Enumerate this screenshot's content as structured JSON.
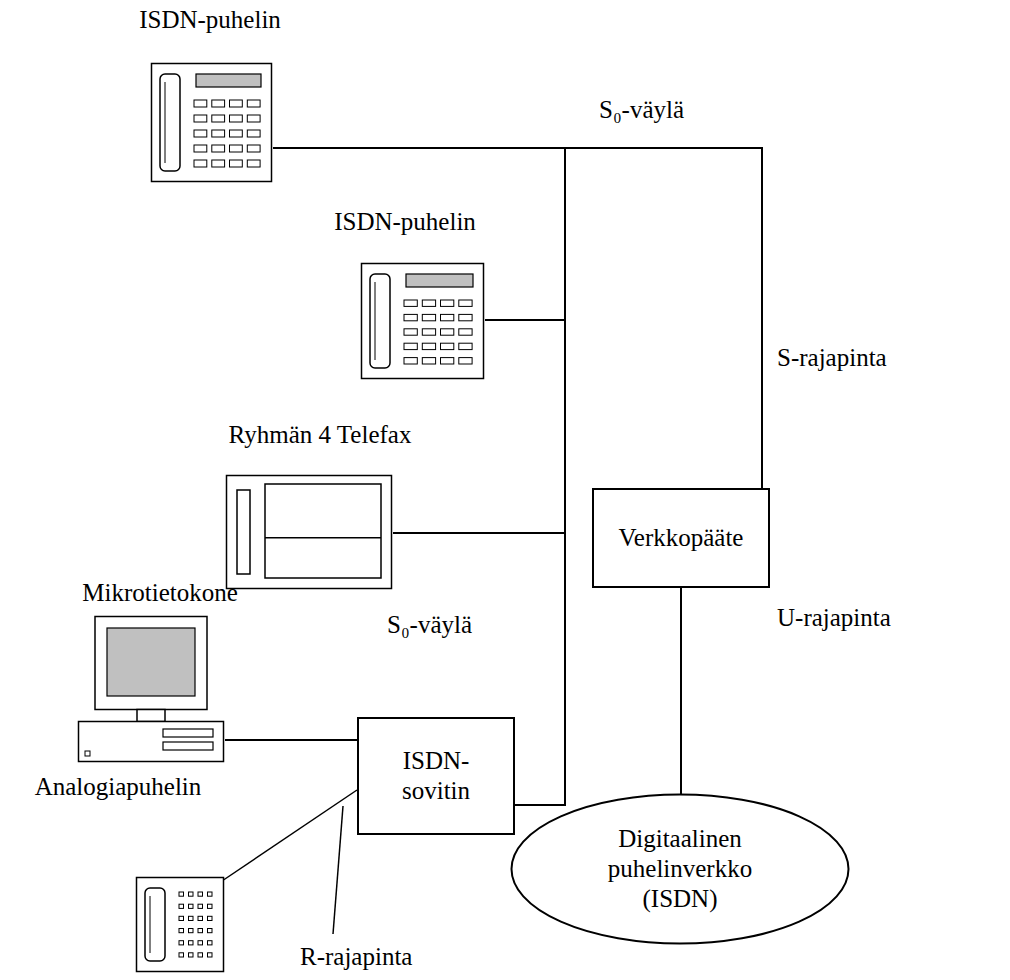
{
  "diagram": {
    "nodes": [
      {
        "text": [
          "ISDN-puhelin"
        ]
      },
      {
        "text": [
          "ISDN-puhelin"
        ]
      },
      {
        "text": [
          "Ryhmän 4 Telefax"
        ]
      },
      {
        "text": [
          "Verkkopääte"
        ]
      },
      {
        "text": [
          "Mikrotietokone"
        ]
      },
      {
        "text": [
          "ISDN- sovitin"
        ]
      },
      {
        "text": [
          "Analogiapuhelin"
        ]
      },
      {
        "text": [
          "Digitaalinen puhelinverkko (ISDN)"
        ]
      }
    ],
    "edges": [
      {
        "from": 0,
        "to": 3,
        "arrow": "none"
      },
      {
        "from": 1,
        "to": 3,
        "arrow": "none"
      },
      {
        "from": 2,
        "to": 3,
        "arrow": "none"
      },
      {
        "from": 5,
        "to": 3,
        "arrow": "none"
      },
      {
        "from": 4,
        "to": 5,
        "arrow": "none"
      },
      {
        "from": 6,
        "to": 5,
        "arrow": "none"
      },
      {
        "from": 3,
        "to": 7,
        "arrow": "none"
      }
    ],
    "labels": [
      "S₀-väylä",
      "S-rajapinta",
      "S₀-väylä",
      "U-rajapinta",
      "R-rajapinta"
    ]
  }
}
